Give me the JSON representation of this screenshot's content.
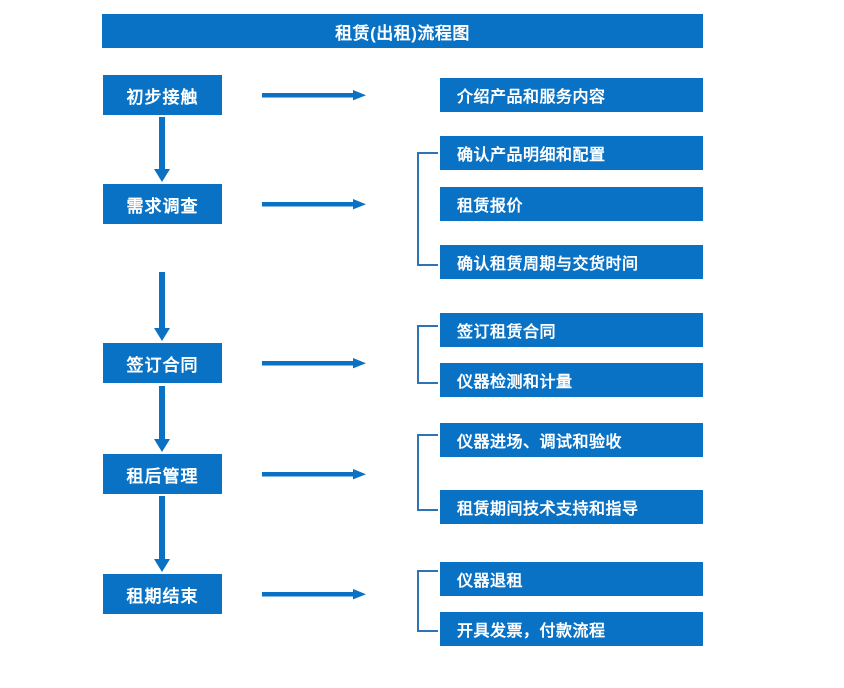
{
  "diagram": {
    "title": "租赁(出租)流程图",
    "accent_color": "#0a72c4",
    "text_color": "#ffffff",
    "background_color": "#ffffff",
    "stages": [
      {
        "label": "初步接触",
        "details": [
          "介绍产品和服务内容"
        ]
      },
      {
        "label": "需求调查",
        "details": [
          "确认产品明细和配置",
          "租赁报价",
          "确认租赁周期与交货时间"
        ]
      },
      {
        "label": "签订合同",
        "details": [
          "签订租赁合同",
          "仪器检测和计量"
        ]
      },
      {
        "label": "租后管理",
        "details": [
          "仪器进场、调试和验收",
          "租赁期间技术支持和指导"
        ]
      },
      {
        "label": "租期结束",
        "details": [
          "仪器退租",
          "开具发票，付款流程"
        ]
      }
    ],
    "connectors": {
      "stage_to_detail_icon": "right-arrow-icon",
      "stage_to_stage_icon": "down-arrow-icon",
      "detail_group_icon": "bracket-icon"
    }
  }
}
